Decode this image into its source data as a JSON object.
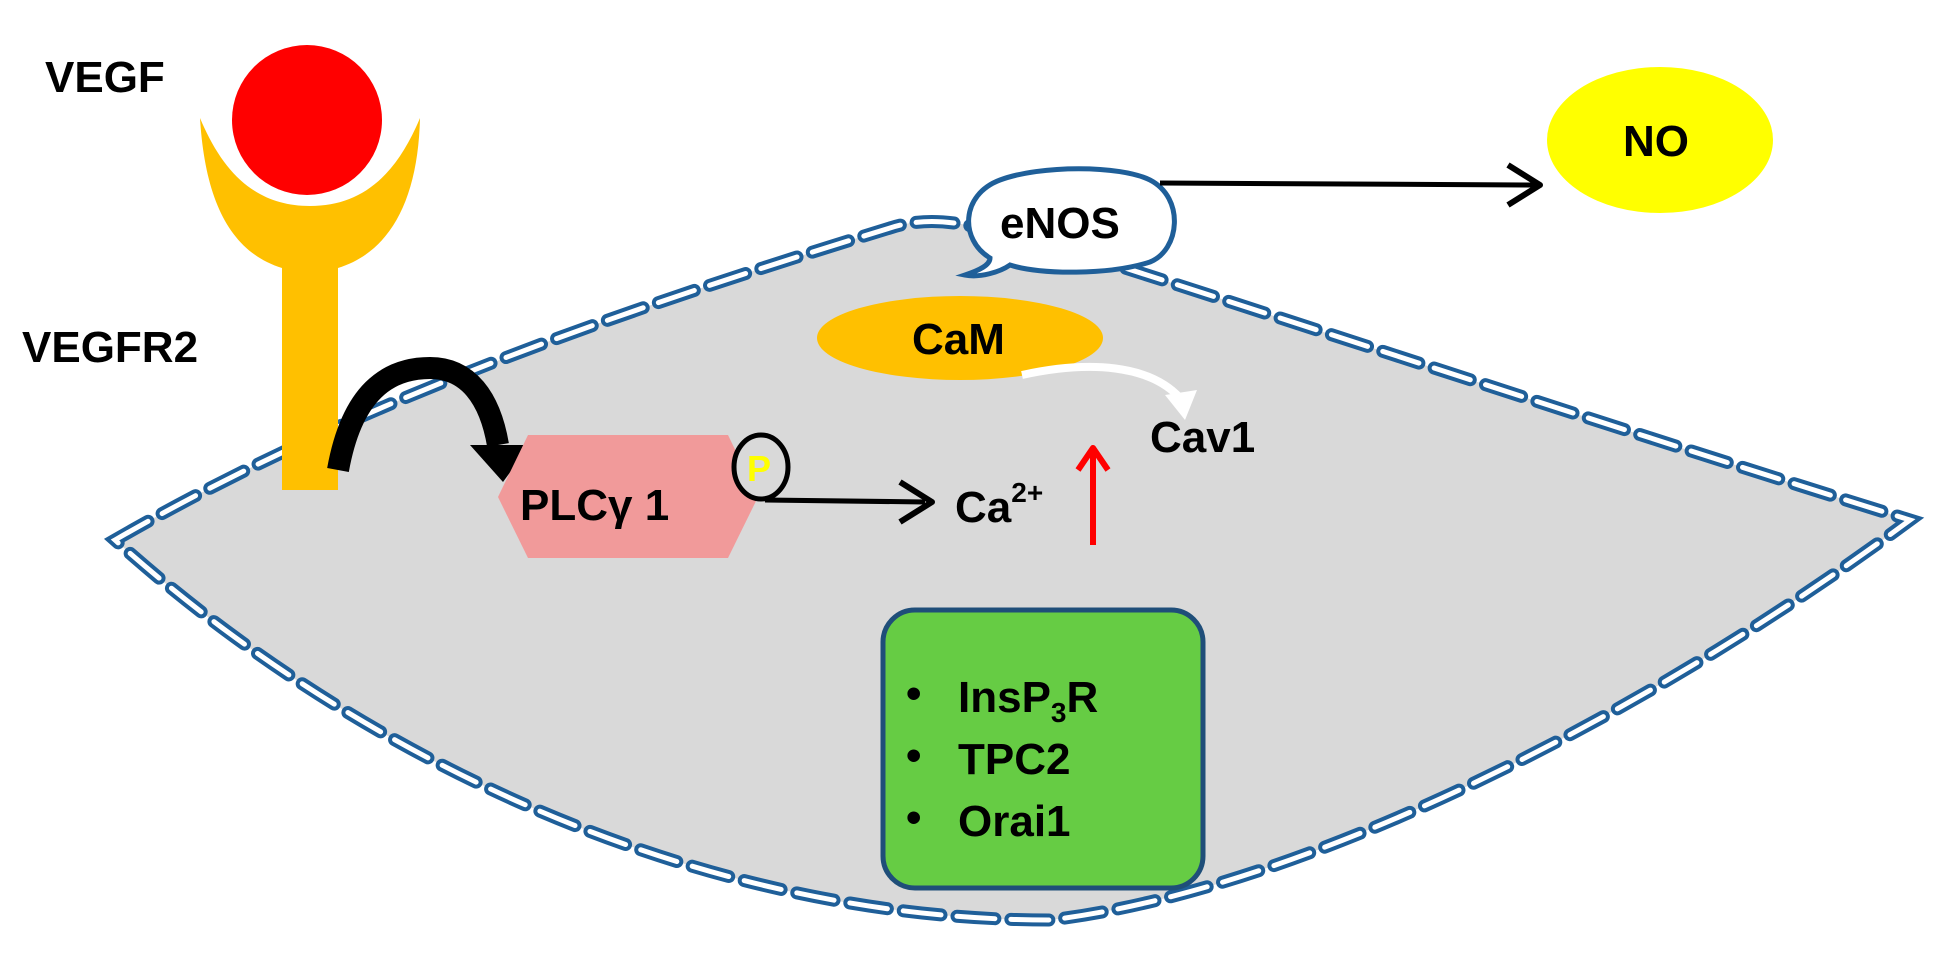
{
  "labels": {
    "ligand": "VEGF",
    "receptor": "VEGFR2",
    "enzyme": "PLCγ 1",
    "phospho": "P",
    "calcium_base": "Ca",
    "calcium_charge": "2+",
    "calmodulin": "CaM",
    "synthase": "eNOS",
    "caveolin": "Cav1",
    "product": "NO"
  },
  "channels": {
    "bullet": "•",
    "items": [
      {
        "base": "InsP",
        "sub": "3",
        "rest": "R"
      },
      {
        "base": "TPC2",
        "sub": "",
        "rest": ""
      },
      {
        "base": "Orai1",
        "sub": "",
        "rest": ""
      }
    ]
  },
  "colors": {
    "ligand": "#ff0000",
    "receptor": "#ffc000",
    "cell_fill": "#d9d9d9",
    "membrane": "#1f5f99",
    "enzyme": "#f19a9a",
    "calmodulin": "#ffc000",
    "product": "#ffff00",
    "channels_box": "#66cc44",
    "channels_border": "#1f4e79",
    "increase_arrow": "#ff0000"
  }
}
